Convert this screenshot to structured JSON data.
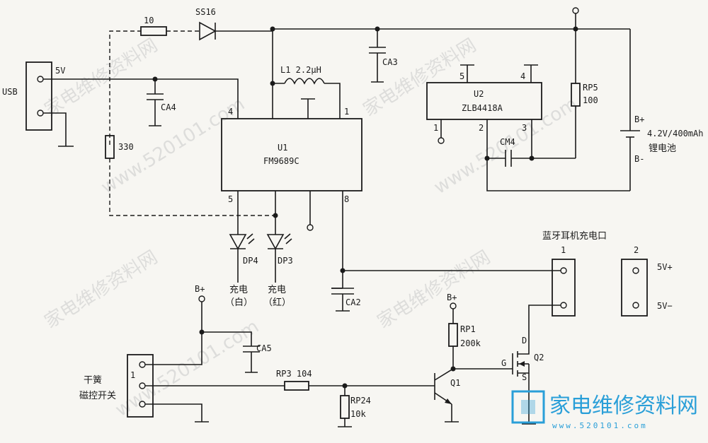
{
  "watermark": {
    "cn": "家电维修资料网",
    "url": "www.520101.com"
  },
  "logo": {
    "cn": "家电维修资料网",
    "url": "www.520101.com"
  },
  "labels": {
    "usb": "USB",
    "v5": "5V",
    "r10": "10",
    "ss16": "SS16",
    "r330": "330",
    "ca4": "CA4",
    "l1": "L1  2.2μH",
    "u1_pin4": "4",
    "u1_pin1": "1",
    "u1_pin5": "5",
    "u1_pin8": "8",
    "u1_name": "U1",
    "u1_part": "FM9689C",
    "ca3": "CA3",
    "u2_pin5": "5",
    "u2_pin4": "4",
    "u2_pin1": "1",
    "u2_pin2": "2",
    "u2_pin3": "3",
    "u2_name": "U2",
    "u2_part": "ZLB4418A",
    "cm4": "CM4",
    "rp5": "RP5",
    "rp5_val": "100",
    "bplus_batt": "B+",
    "bminus_batt": "B-",
    "batt_spec": "4.2V/400mAh",
    "batt_name": "锂电池",
    "dp4": "DP4",
    "dp3": "DP3",
    "dp4_text": "充电",
    "dp4_color": "（白）",
    "dp3_text": "充电",
    "dp3_color": "（红）",
    "ca2": "CA2",
    "bt_port": "蓝牙耳机充电口",
    "port1": "1",
    "port2": "2",
    "v5plus": "5V+",
    "v5minus": "5V−",
    "bplus_left": "B+",
    "ca5": "CA5",
    "reed_label1": "干簧",
    "reed_label2": "磁控开关",
    "reed_pin": "1",
    "rp3": "RP3  104",
    "rp24": "RP24",
    "rp24_val": "10k",
    "bplus_rp1": "B+",
    "rp1": "RP1",
    "rp1_val": "200k",
    "q1": "Q1",
    "q2": "Q2",
    "q2_d": "D",
    "q2_g": "G",
    "q2_s": "S"
  }
}
